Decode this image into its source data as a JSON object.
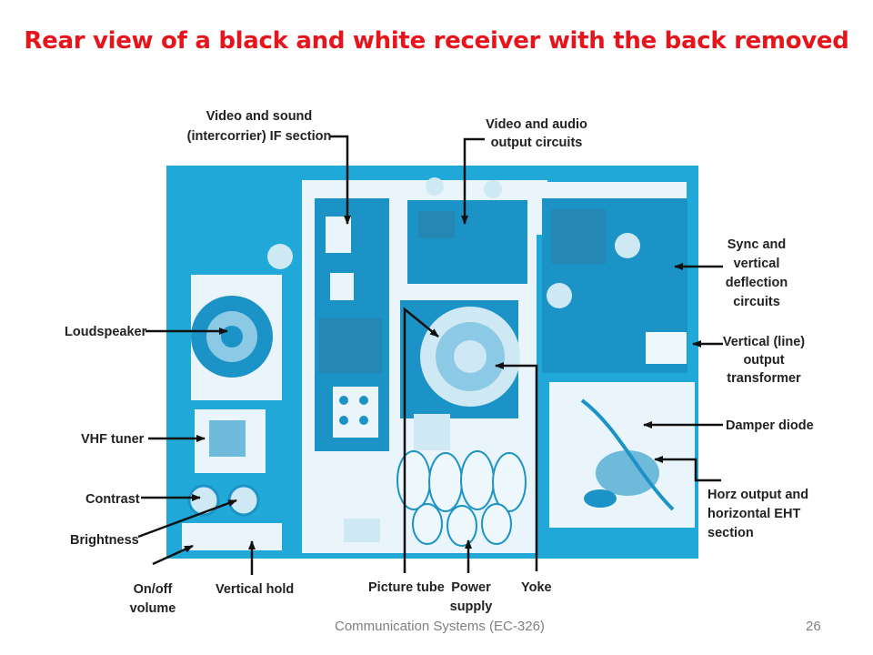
{
  "slide": {
    "title": "Rear view of a black and white receiver with the back removed",
    "footer_text": "Communication Systems (EC-326)",
    "page_number": "26"
  },
  "labels": {
    "video_sound_if": [
      "Video and sound",
      "(intercorrier) IF section"
    ],
    "video_audio_output": [
      "Video and audio",
      "output circuits"
    ],
    "sync_vertical": [
      "Sync and",
      "vertical",
      "deflection",
      "circuits"
    ],
    "vertical_output_transformer": [
      "Vertical (line)",
      "output",
      "transformer"
    ],
    "damper_diode": [
      "Damper diode"
    ],
    "horz_output": [
      "Horz output and",
      "horizontal EHT",
      "section"
    ],
    "loudspeaker": [
      "Loudspeaker"
    ],
    "vhf_tuner": [
      "VHF tuner"
    ],
    "contrast": [
      "Contrast"
    ],
    "brightness": [
      "Brightness"
    ],
    "onoff_volume": [
      "On/off",
      "volume"
    ],
    "vertical_hold": [
      "Vertical hold"
    ],
    "picture_tube": [
      "Picture tube"
    ],
    "power_supply": [
      "Power",
      "supply"
    ],
    "yoke": [
      "Yoke"
    ]
  },
  "colors": {
    "title": "#e8141b",
    "photo_background": "#1fa8d8",
    "chassis": "#e9f5fa",
    "board": "#1c93c6",
    "label_text": "#222222",
    "footer_text": "#7f7f7f"
  }
}
